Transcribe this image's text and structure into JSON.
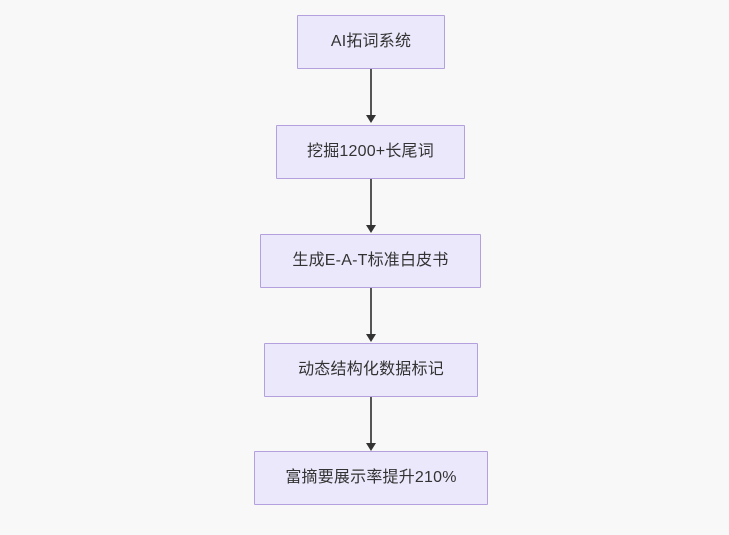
{
  "diagram": {
    "title_text": "",
    "background_color": "#f8f8f8",
    "node_fill_color": "#ebe8fb",
    "node_border_color": "#b3a0dd",
    "node_text_color": "#333333",
    "edge_color": "#555555",
    "arrowhead_color": "#333333",
    "orientation": "top-to-bottom",
    "nodes": [
      {
        "id": "n1",
        "label": "AI拓词系统"
      },
      {
        "id": "n2",
        "label": "挖掘1200+长尾词"
      },
      {
        "id": "n3",
        "label": "生成E-A-T标准白皮书"
      },
      {
        "id": "n4",
        "label": "动态结构化数据标记"
      },
      {
        "id": "n5",
        "label": "富摘要展示率提升210%"
      }
    ],
    "edges": [
      {
        "id": "e1",
        "from": "n1",
        "to": "n2",
        "label": ""
      },
      {
        "id": "e2",
        "from": "n2",
        "to": "n3",
        "label": ""
      },
      {
        "id": "e3",
        "from": "n3",
        "to": "n4",
        "label": ""
      },
      {
        "id": "e4",
        "from": "n4",
        "to": "n5",
        "label": ""
      }
    ]
  }
}
